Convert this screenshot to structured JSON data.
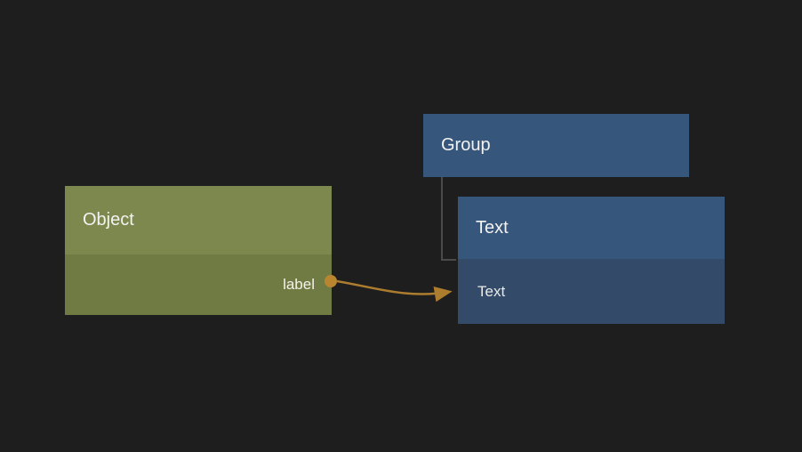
{
  "canvas": {
    "background_color": "#1e1e1e"
  },
  "nodes": {
    "object": {
      "title": "Object",
      "output_label": "label",
      "header_color": "#7d884f",
      "body_color": "#707b44"
    },
    "group": {
      "title": "Group",
      "color": "#37567b"
    },
    "text": {
      "title": "Text",
      "row_label": "Text",
      "header_color": "#37567b",
      "row_color": "#334a68"
    }
  },
  "edge": {
    "color": "#ad7d2f",
    "port_color": "#b9852e"
  },
  "connector": {
    "color": "#4b4b4b"
  }
}
